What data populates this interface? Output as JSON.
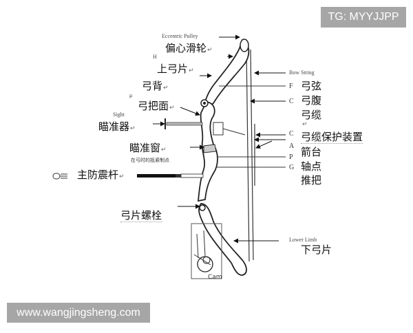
{
  "watermarks": {
    "top_right": "TG: MYYJJPP",
    "bottom_left": "www.wangjingsheng.com"
  },
  "diagram": {
    "type": "compound-bow-anatomy",
    "cam_label": "Cam",
    "labels_left": [
      {
        "en": "Eccentric Pulley",
        "zh": "偏心滑轮"
      },
      {
        "en": "H",
        "zh": "上弓片"
      },
      {
        "en": "",
        "zh": "弓背"
      },
      {
        "en": "μ",
        "zh": "弓把面"
      },
      {
        "en": "Sight",
        "zh": "瞄准器"
      },
      {
        "en": "",
        "zh": "瞄准窗",
        "note": "在弓时的抵紧制点"
      },
      {
        "en": "",
        "zh": "主防震杆"
      },
      {
        "en": "",
        "zh": "弓片螺栓"
      }
    ],
    "labels_right": [
      {
        "en": "Bow String",
        "letter": "",
        "zh": ""
      },
      {
        "en": "",
        "letter": "F",
        "zh": "弓弦"
      },
      {
        "en": "",
        "letter": "C",
        "zh": "弓腹"
      },
      {
        "en": "",
        "letter": "",
        "zh": "弓缆"
      },
      {
        "en": "",
        "letter": "C",
        "zh": "弓缆保护装置"
      },
      {
        "en": "",
        "letter": "A",
        "zh": "箭台"
      },
      {
        "en": "",
        "letter": "P",
        "zh": "轴点"
      },
      {
        "en": "",
        "letter": "G",
        "zh": "推把"
      },
      {
        "en": "Lower Limb",
        "letter": "",
        "zh": "下弓片"
      }
    ],
    "return_mark": "↵"
  }
}
